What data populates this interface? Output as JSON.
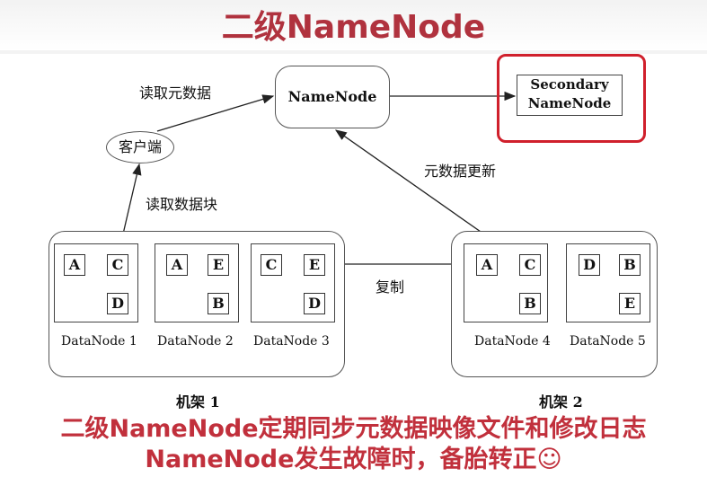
{
  "title": "二级NameNode",
  "namenode": "NameNode",
  "secondary": {
    "line1": "Secondary",
    "line2": "NameNode"
  },
  "client": "客户端",
  "labels": {
    "read_metadata": "读取元数据",
    "read_blocks": "读取数据块",
    "metadata_update": "元数据更新",
    "replicate": "复制"
  },
  "racks": [
    {
      "label": "机架 1",
      "datanodes": [
        {
          "name": "DataNode 1",
          "blocks": [
            "A",
            "C",
            "D"
          ]
        },
        {
          "name": "DataNode 2",
          "blocks": [
            "A",
            "E",
            "B"
          ]
        },
        {
          "name": "DataNode 3",
          "blocks": [
            "C",
            "E",
            "D"
          ]
        }
      ]
    },
    {
      "label": "机架 2",
      "datanodes": [
        {
          "name": "DataNode 4",
          "blocks": [
            "A",
            "C",
            "B"
          ]
        },
        {
          "name": "DataNode 5",
          "blocks": [
            "D",
            "B",
            "E"
          ]
        }
      ]
    }
  ],
  "caption": {
    "line1": "二级NameNode定期同步元数据映像文件和修改日志",
    "line2": "NameNode发生故障时，备胎转正☺"
  },
  "colors": {
    "accent": "#c1303c",
    "highlight_border": "#d0202c"
  }
}
